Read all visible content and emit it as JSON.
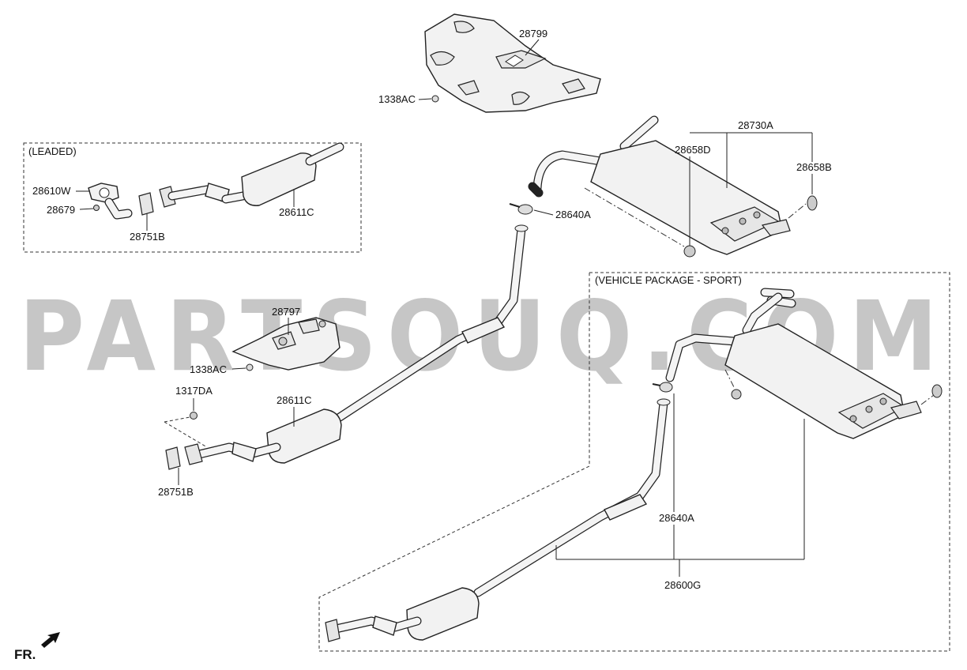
{
  "watermark": "PARTSOUQ.COM",
  "orientation_label": "FR.",
  "groups": {
    "leaded": "(LEADED)",
    "sport": "(VEHICLE PACKAGE - SPORT)"
  },
  "labels": {
    "p28799": "28799",
    "p1338AC_top": "1338AC",
    "p28730A": "28730A",
    "p28658D": "28658D",
    "p28658B": "28658B",
    "p28640A_top": "28640A",
    "p28610W": "28610W",
    "p28679": "28679",
    "p28751B_leaded": "28751B",
    "p28611C_leaded": "28611C",
    "p28797": "28797",
    "p1338AC_mid": "1338AC",
    "p1317DA": "1317DA",
    "p28611C_main": "28611C",
    "p28751B_main": "28751B",
    "p28640A_sport": "28640A",
    "p28600G": "28600G"
  }
}
